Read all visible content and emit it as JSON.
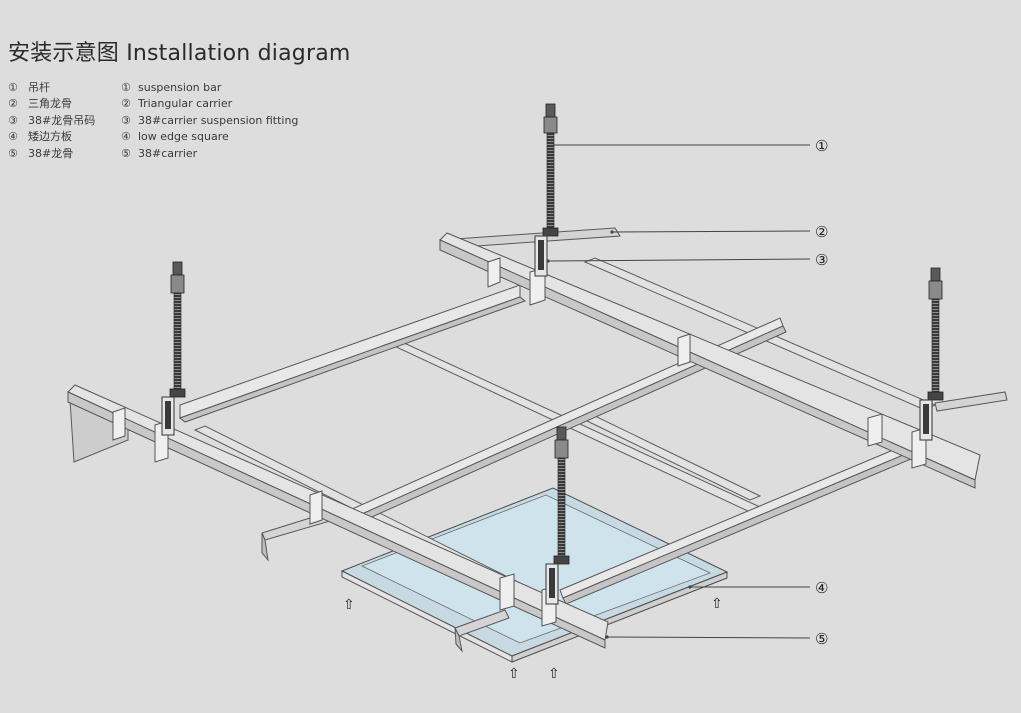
{
  "title": "安装示意图  Installation diagram",
  "legend": {
    "cn": [
      {
        "num": "①",
        "label": "吊杆"
      },
      {
        "num": "②",
        "label": "三角龙骨"
      },
      {
        "num": "③",
        "label": "38#龙骨吊码"
      },
      {
        "num": "④",
        "label": "矮边方板"
      },
      {
        "num": "⑤",
        "label": "38#龙骨"
      }
    ],
    "en": [
      {
        "num": "①",
        "label": "suspension bar"
      },
      {
        "num": "②",
        "label": "Triangular carrier"
      },
      {
        "num": "③",
        "label": "38#carrier suspension fitting"
      },
      {
        "num": "④",
        "label": "low edge square"
      },
      {
        "num": "⑤",
        "label": "38#carrier"
      }
    ]
  },
  "callouts": [
    "①",
    "②",
    "③",
    "④",
    "⑤"
  ],
  "arrow_glyph": "⇧",
  "colors": {
    "background": "#dcdddc",
    "rail_face": "#e6e6e6",
    "rail_side": "#c9c9c9",
    "rail_edge": "#5c5c5c",
    "panel_fill": "#cde0e8",
    "rod": "#2f2f2f"
  }
}
